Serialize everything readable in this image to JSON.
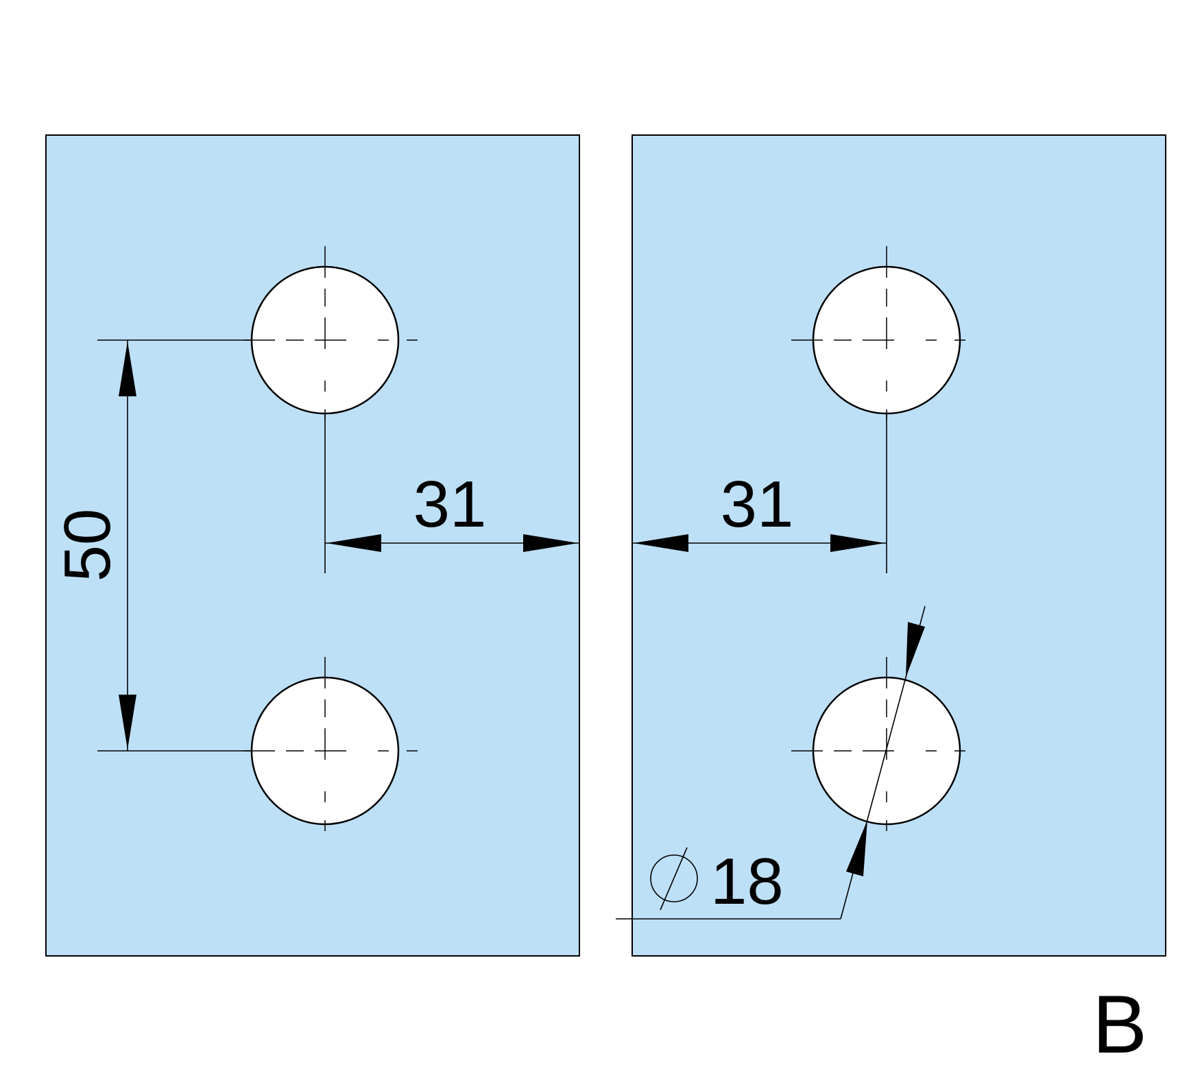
{
  "colors": {
    "panel_fill": "#bde0f7",
    "line": "#000000",
    "hole_fill": "#ffffff",
    "background": "#ffffff"
  },
  "dimensions": {
    "vertical_spacing": "50",
    "left_edge_distance": "31",
    "right_edge_distance": "31",
    "hole_diameter": "18"
  },
  "view_label": "B",
  "icons": {
    "diameter_symbol": "diameter-symbol-icon"
  }
}
